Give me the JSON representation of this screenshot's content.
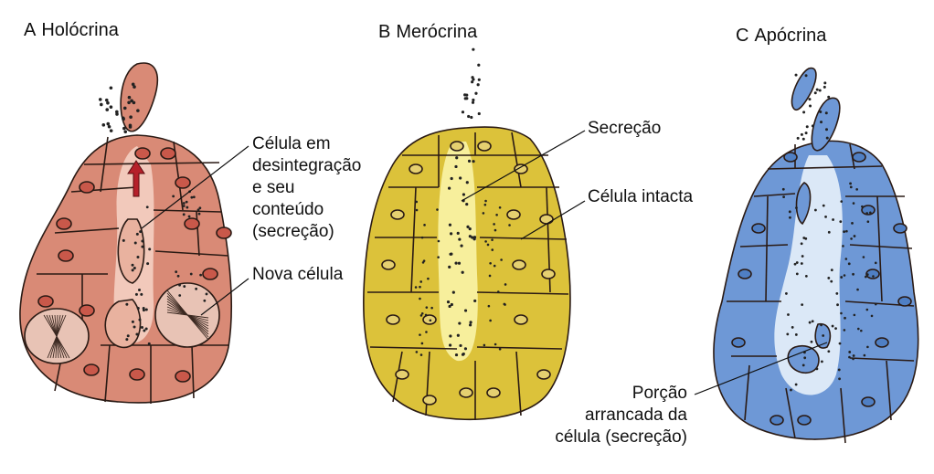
{
  "panels": [
    {
      "letter": "A",
      "title": "Holócrina"
    },
    {
      "letter": "B",
      "title": "Merócrina"
    },
    {
      "letter": "C",
      "title": "Apócrina"
    }
  ],
  "labels": {
    "disintegrating_cell": [
      "Célula em",
      "desintegração",
      "e seu",
      "conteúdo",
      "(secreção)"
    ],
    "new_cell": "Nova célula",
    "secretion": "Secreção",
    "intact_cell": "Célula intacta",
    "detached_portion": [
      "Porção",
      "arrancada da",
      "célula (secreção)"
    ]
  },
  "colors": {
    "holocrine_fill": "#d98a76",
    "holocrine_light": "#f2c9bb",
    "merocrine_fill": "#dcc23a",
    "merocrine_light": "#f7ef9c",
    "apocrine_fill": "#6e98d6",
    "apocrine_light": "#dbe8f7",
    "arrow": "#b5202a"
  }
}
